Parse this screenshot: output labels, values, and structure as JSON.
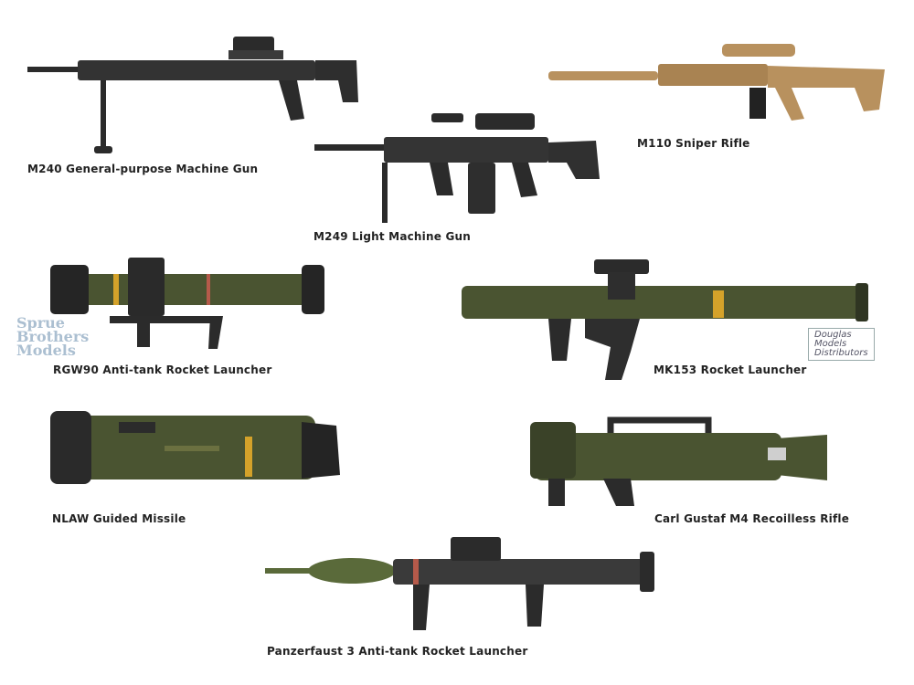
{
  "items": [
    {
      "label": "M240 General-purpose Machine Gun"
    },
    {
      "label": "M110 Sniper Rifle"
    },
    {
      "label": "M249 Light Machine Gun"
    },
    {
      "label": "RGW90 Anti-tank Rocket Launcher"
    },
    {
      "label": "MK153 Rocket Launcher"
    },
    {
      "label": "NLAW Guided Missile"
    },
    {
      "label": "Carl Gustaf M4 Recoilless Rifle"
    },
    {
      "label": "Panzerfaust 3 Anti-tank Rocket Launcher"
    }
  ],
  "watermark_left": {
    "line1": "Sprue",
    "line2": "Brothers",
    "line3": "Models"
  },
  "watermark_right": {
    "line1": "Douglas",
    "line2": "Models",
    "line3": "Distributors"
  },
  "colors": {
    "black": "#2b2b2b",
    "olive": "#4a5431",
    "tan": "#b8915e",
    "band": "#d4a22a",
    "red": "#b55a4a"
  }
}
